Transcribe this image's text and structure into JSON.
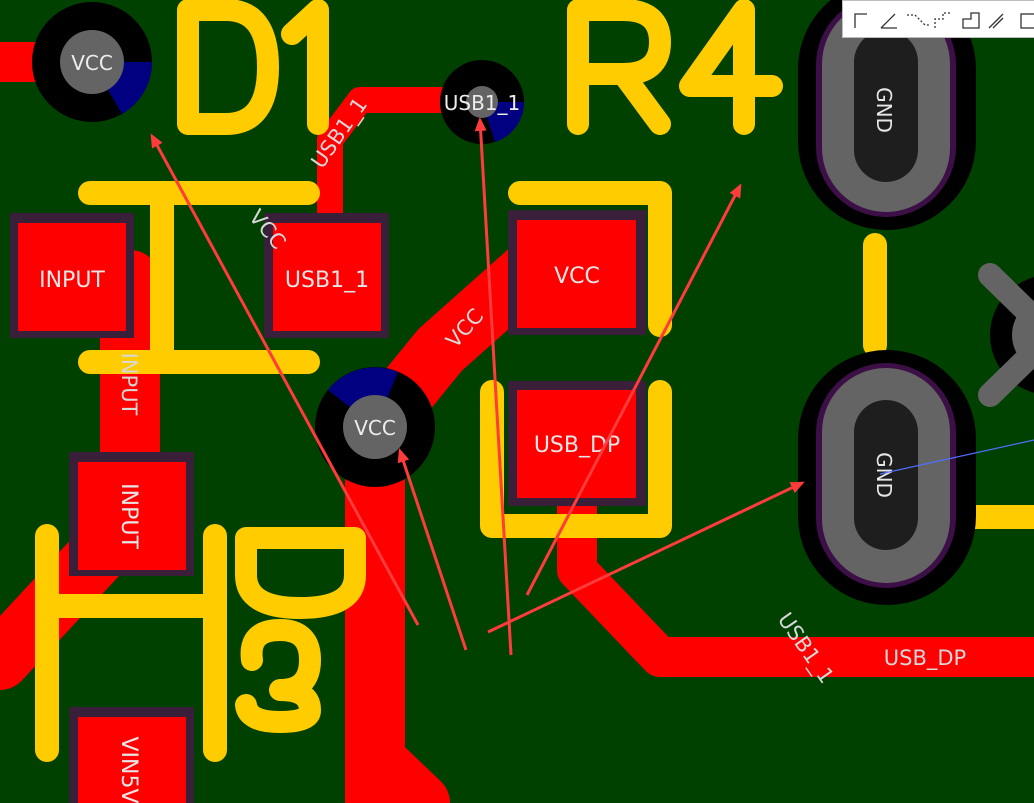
{
  "canvas": {
    "background": "#004100",
    "trace_color": "#ff0000",
    "silkscreen_color": "#ffcc00",
    "via_color": "#606060",
    "annotation_arrow_color": "#ff3b3b"
  },
  "designators": {
    "d1": "D1",
    "r4": "R4",
    "d3": "D3"
  },
  "pads": {
    "input_1": "INPUT",
    "usb1_1": "USB1_1",
    "vcc": "VCC",
    "usb_dp": "USB_DP",
    "input_2": "INPUT",
    "vin5v": "VIN5V"
  },
  "vias": {
    "vcc_top": "VCC",
    "usb1_1": "USB1_1",
    "vcc_mid": "VCC"
  },
  "gnd_pads": {
    "top": "GND",
    "bottom": "GND"
  },
  "net_labels": {
    "usb1_1_diag": "USB1_1",
    "vcc_diag_1": "VCC",
    "input_vert": "INPUT",
    "vcc_diag_2": "VCC",
    "usb1_1_bottom": "USB1_1",
    "usb_dp_bottom": "USB_DP"
  },
  "toolbar": {
    "icons": [
      "corner-route-icon",
      "angle-route-icon",
      "diagonal-route-icon",
      "arc-route-icon",
      "rectangle-route-icon",
      "multi-route-icon",
      "frame-icon"
    ]
  }
}
